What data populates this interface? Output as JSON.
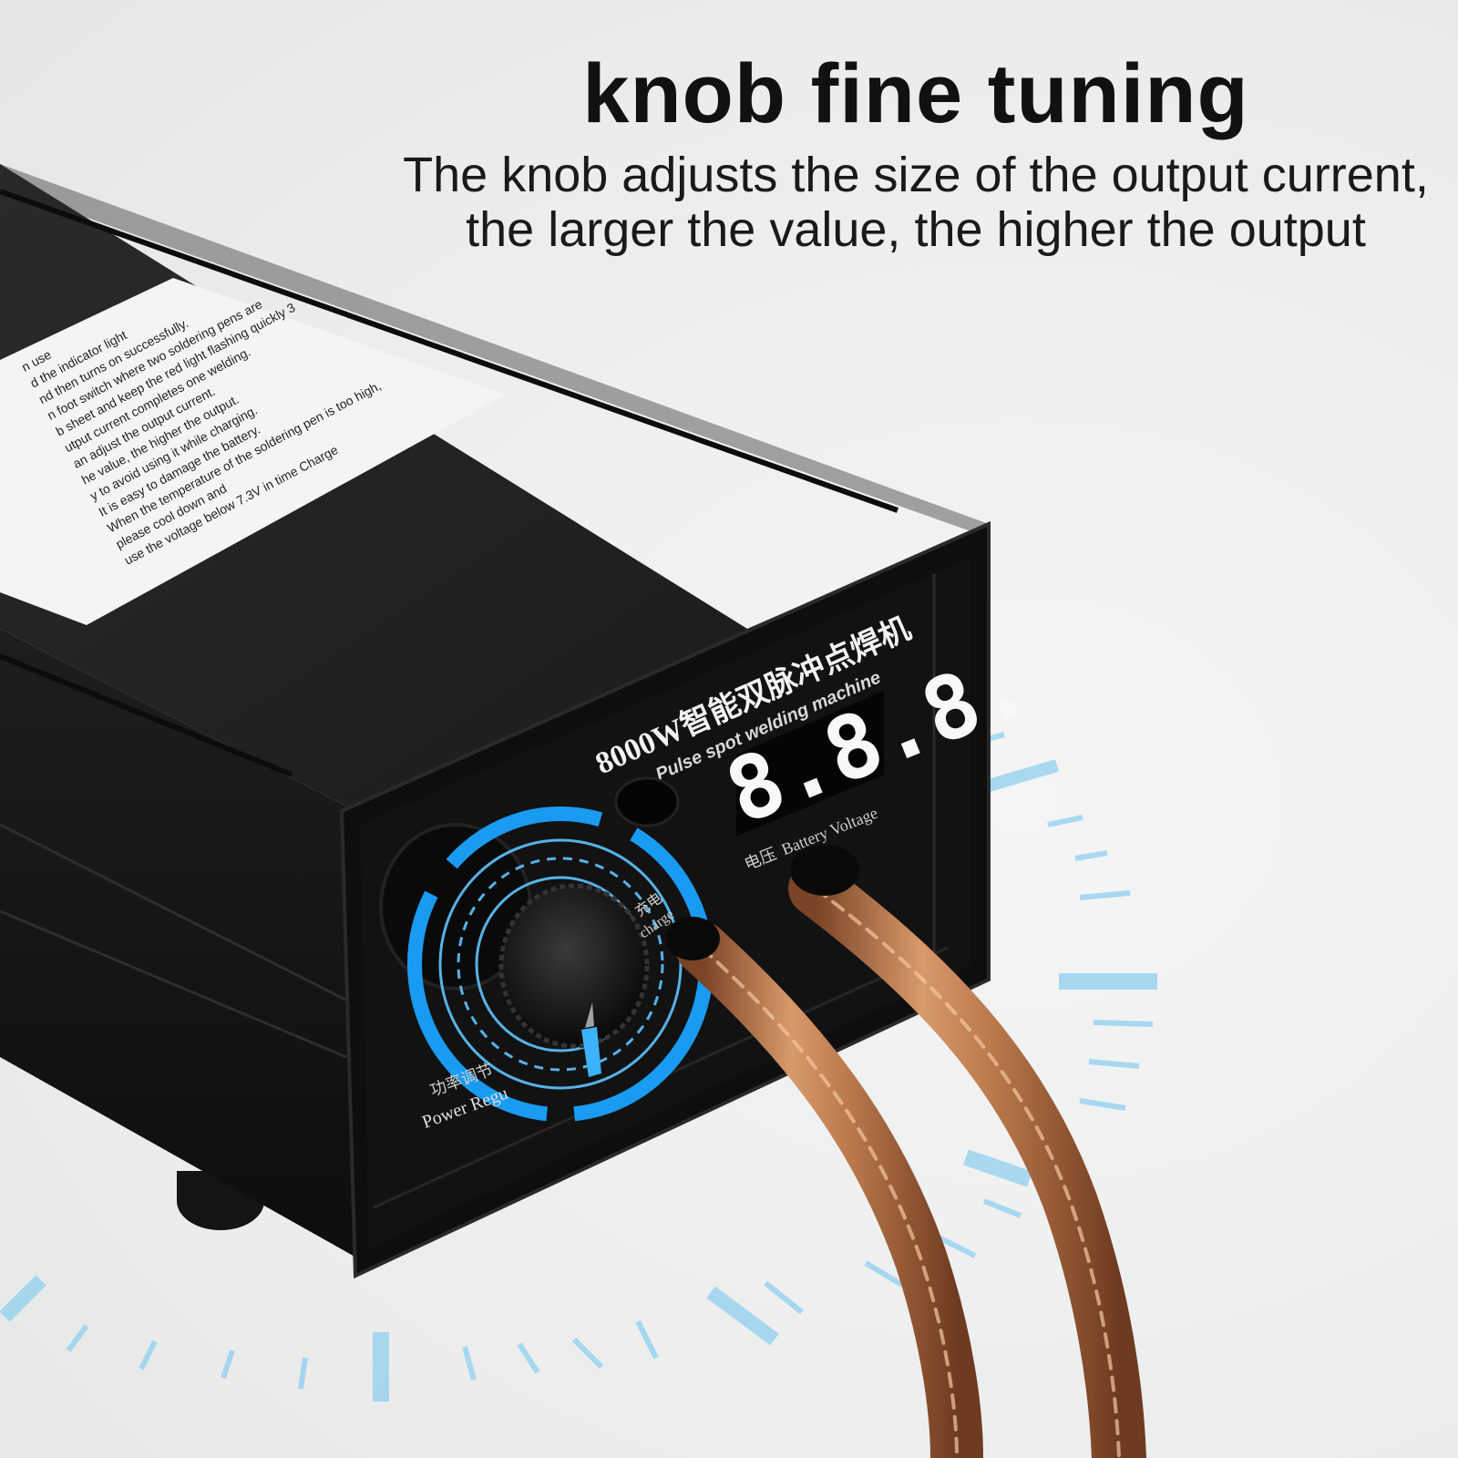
{
  "headline": {
    "title": "knob fine tuning",
    "line1": "The knob adjusts the size of the output current,",
    "line2": "the larger the value, the higher the output"
  },
  "device": {
    "model_cn": "8000W智能双脉冲点焊机",
    "model_en": "Pulse spot welding machine",
    "display_value": "8.8.8.",
    "display_label_cn": "电压",
    "display_label_en": "Battery Voltage",
    "knob_label_cn": "功率调节",
    "knob_label_en": "Power Regu",
    "charge_label_cn": "充电",
    "charge_label_en": "charge",
    "sticker_lines": [
      "n use",
      "d the indicator light",
      "nd then turns on successfully.",
      "n foot switch where two soldering pens are",
      "b sheet and keep the red light flashing quickly 3",
      "utput current completes one welding.",
      "an adjust the output current.",
      "he value, the higher the output.",
      "y to avoid using it while charging.",
      "It is easy to damage the battery.",
      "When the temperature of the soldering pen is too high,",
      "please cool down and",
      "use the voltage below 7.3V in time Charge"
    ]
  },
  "colors": {
    "body_black": "#161616",
    "accent_blue": "#1aa3ff",
    "copper": "#b8764a",
    "tick_blue": "#8fd0f0"
  }
}
